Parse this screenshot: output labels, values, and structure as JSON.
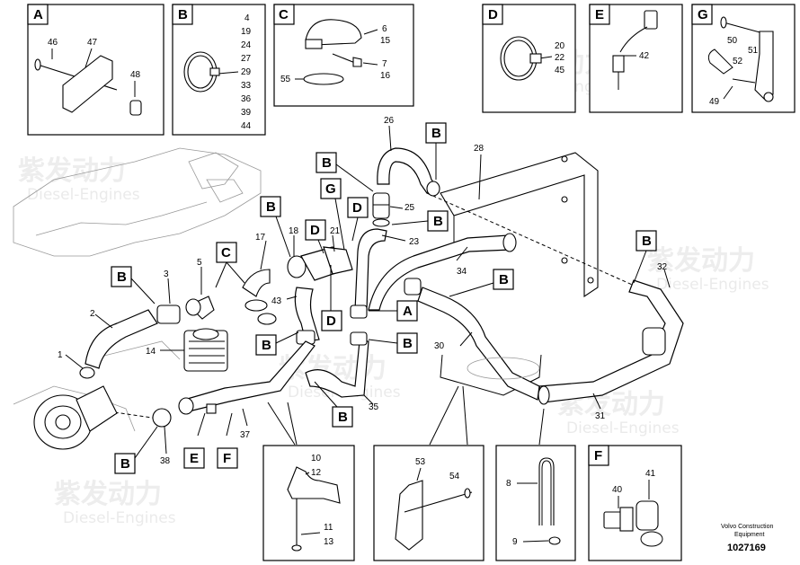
{
  "panels": [
    {
      "id": "A",
      "callouts": [
        "46",
        "47",
        "48"
      ]
    },
    {
      "id": "B",
      "callouts": [
        "4",
        "19",
        "24",
        "27",
        "29",
        "33",
        "36",
        "39",
        "44"
      ]
    },
    {
      "id": "C",
      "callouts": [
        "6",
        "15",
        "7",
        "16",
        "55"
      ]
    },
    {
      "id": "D",
      "callouts": [
        "20",
        "22",
        "45"
      ]
    },
    {
      "id": "E",
      "callouts": [
        "42"
      ]
    },
    {
      "id": "G",
      "callouts": [
        "50",
        "51",
        "52",
        "49"
      ]
    },
    {
      "id": "F",
      "callouts": [
        "40",
        "41"
      ]
    }
  ],
  "bottom_panels": [
    {
      "callouts": [
        "10",
        "12",
        "11",
        "13"
      ]
    },
    {
      "callouts": [
        "53",
        "54"
      ]
    },
    {
      "callouts": [
        "8",
        "9"
      ]
    }
  ],
  "main_labels": {
    "n1": "1",
    "n2": "2",
    "n3": "3",
    "n5": "5",
    "n14": "14",
    "n17": "17",
    "n18": "18",
    "n21": "21",
    "n23": "23",
    "n25": "25",
    "n26": "26",
    "n28": "28",
    "n30": "30",
    "n31": "31",
    "n32": "32",
    "n34": "34",
    "n35": "35",
    "n37": "37",
    "n38": "38",
    "n43": "43"
  },
  "main_letters": {
    "b_top": "B",
    "b_26": "B",
    "b_25": "B",
    "b_18": "B",
    "b_3": "B",
    "b_30": "B",
    "b_32": "B",
    "b_mid": "B",
    "b_35": "B",
    "b_38": "B",
    "b_right": "B",
    "c_main": "C",
    "g_main": "G",
    "d_21a": "D",
    "d_21b": "D",
    "d_mid": "D",
    "a_main": "A",
    "e_main": "E",
    "f_main": "F"
  },
  "watermark": {
    "cn": "紫发动力",
    "en": "Diesel-Engines"
  },
  "credit": {
    "line1": "Volvo Construction",
    "line2": "Equipment",
    "id": "1027169"
  }
}
